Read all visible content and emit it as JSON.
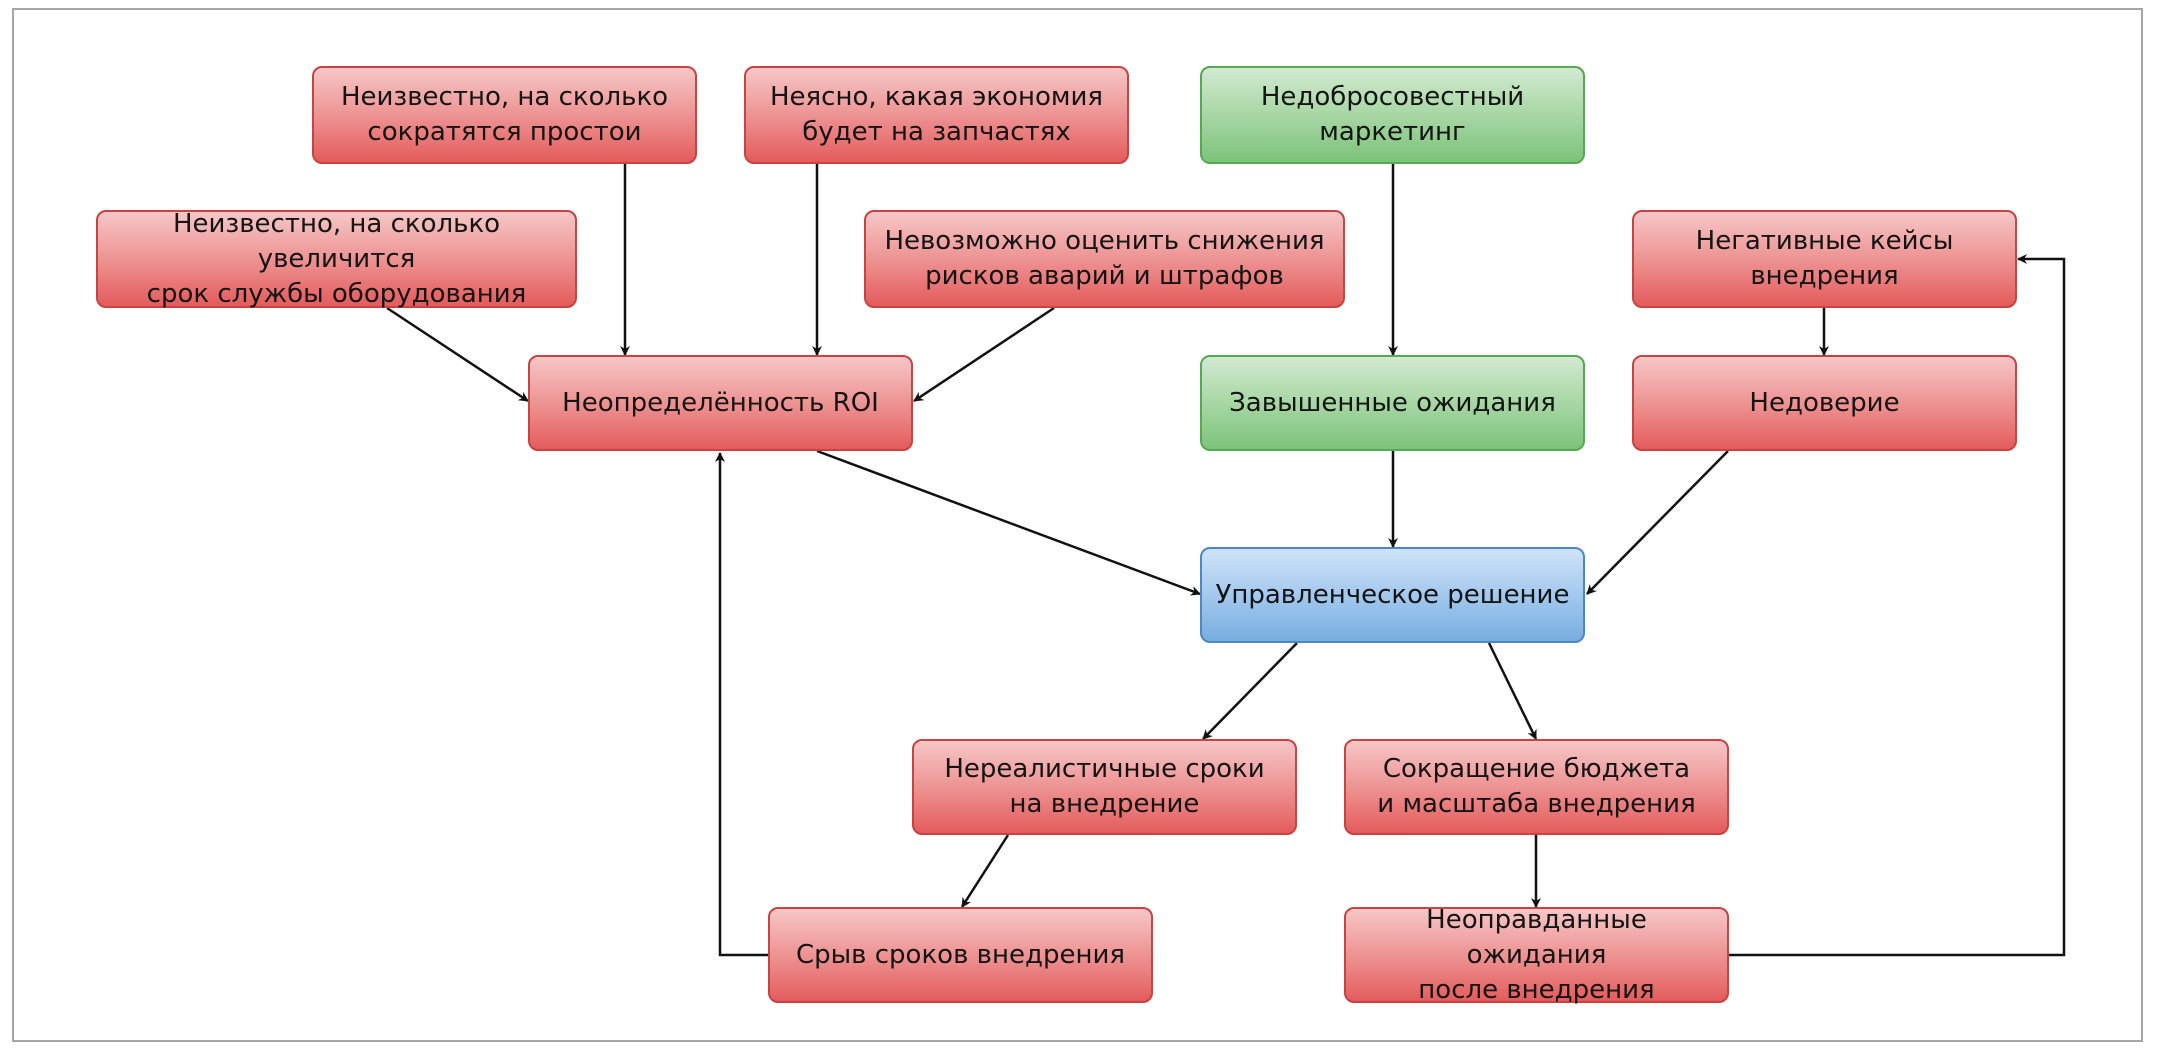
{
  "nodes": {
    "downtime": "Неизвестно, на сколько\nсократятся простои",
    "spare_parts": "Неясно, какая экономия\nбудет на запчастях",
    "marketing": "Недобросовестный\nмаркетинг",
    "lifetime": "Неизвестно, на сколько увеличится\nсрок службы оборудования",
    "risks": "Невозможно оценить снижения\nрисков аварий и штрафов",
    "negative_cases": "Негативные кейсы\nвнедрения",
    "roi": "Неопределённость ROI",
    "expectations": "Завышенные ожидания",
    "distrust": "Недоверие",
    "decision": "Управленческое решение",
    "unrealistic_terms": "Нереалистичные сроки\nна внедрение",
    "budget_cut": "Сокращение бюджета\nи масштаба внедрения",
    "deadline_failure": "Срыв сроков внедрения",
    "unjustified": "Неоправданные ожидания\nпосле внедрения"
  },
  "colors": {
    "problem": "#ee9393",
    "external": "#a7d7a4",
    "decision": "#a3c9ee",
    "arrow": "#111111"
  }
}
